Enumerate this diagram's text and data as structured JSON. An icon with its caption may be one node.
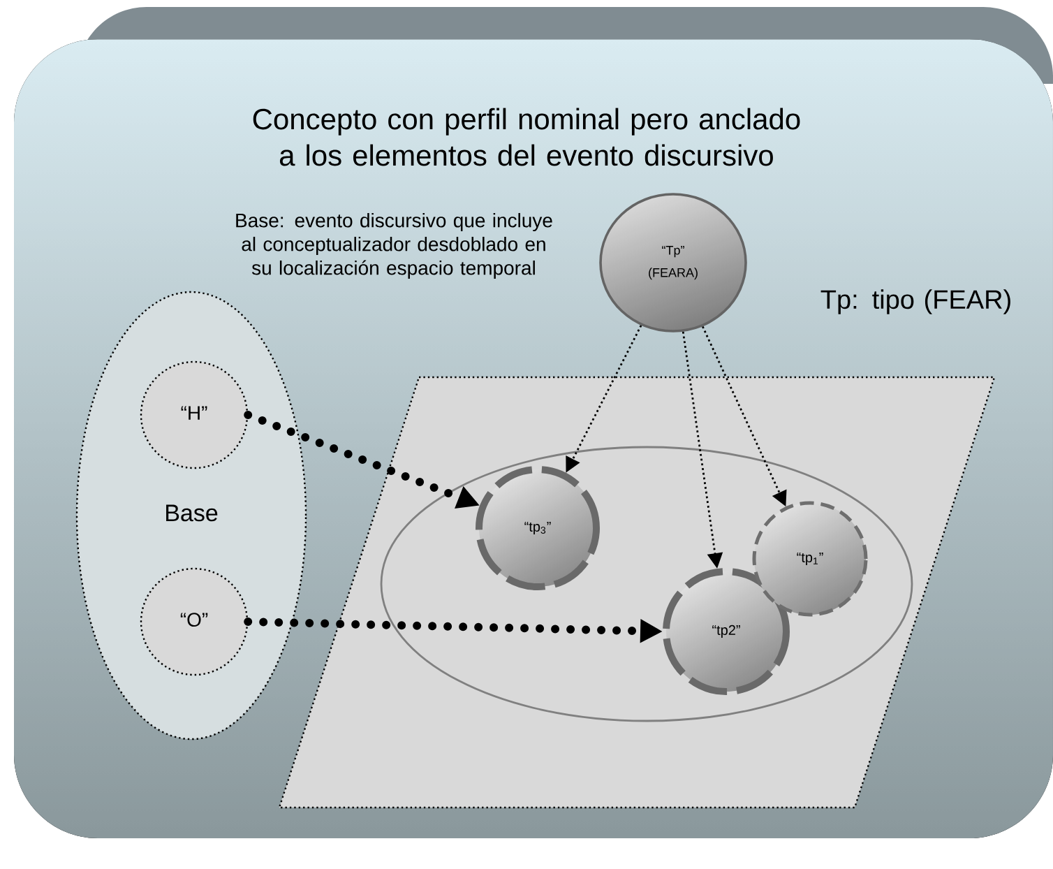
{
  "diagram": {
    "title": "Concepto con perfil nominal pero anclado a los elementos del evento discursivo",
    "nodes": [
      {
        "text": [
          "Base"
        ]
      },
      {
        "text": [
          "“H”"
        ],
        "in": 0
      },
      {
        "text": [
          "“O”"
        ],
        "in": 0
      },
      {
        "text": [],
        "shape": "parallelogram"
      },
      {
        "text": [],
        "shape": "ellipse",
        "in": 3
      },
      {
        "text": [
          "“tp$_{3}$”"
        ],
        "in": 4
      },
      {
        "text": [
          "“tp2”"
        ],
        "in": 4
      },
      {
        "text": [
          "“tp$_{1}$”"
        ],
        "in": 4
      },
      {
        "text": [
          "“Tp”",
          "(FEARA)"
        ]
      }
    ],
    "edges": [
      {
        "from": 1,
        "to": 5,
        "arrow": "to",
        "style": "dashed"
      },
      {
        "from": 2,
        "to": 6,
        "arrow": "to",
        "style": "dashed"
      },
      {
        "from": 8,
        "to": 5,
        "arrow": "to"
      },
      {
        "from": 8,
        "to": 6,
        "arrow": "to"
      },
      {
        "from": 8,
        "to": 7,
        "arrow": "to"
      }
    ],
    "labels": [
      "Base: evento discursivo que incluye al conceptualizador desdoblado en su localización espacio temporal",
      "Tp: tipo (FEAR)"
    ]
  }
}
